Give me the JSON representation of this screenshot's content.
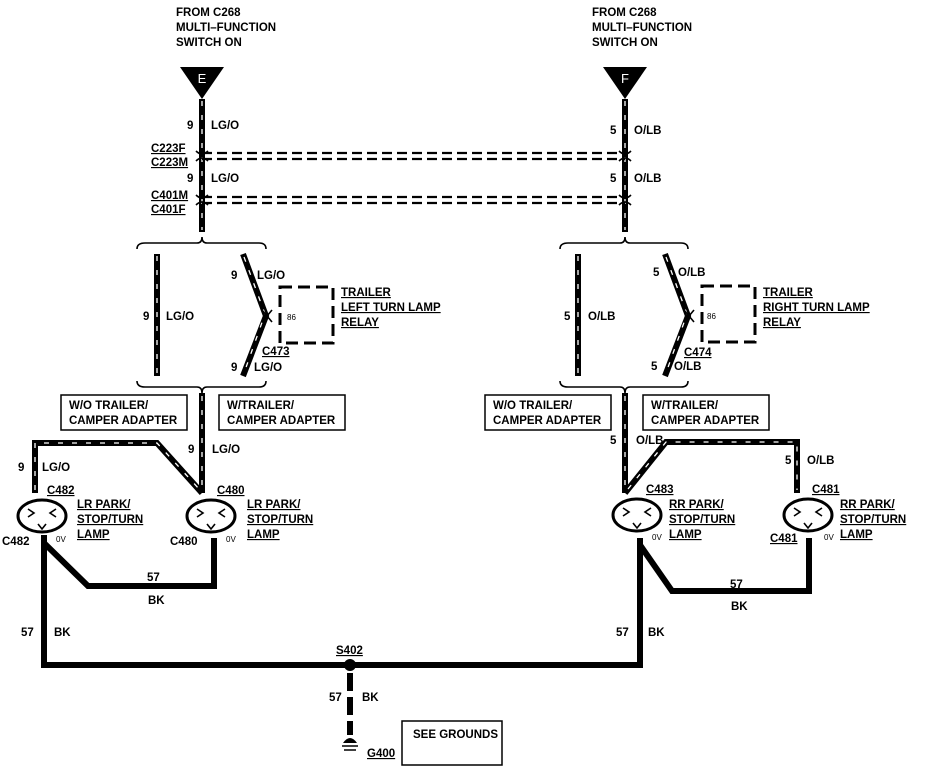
{
  "diagram": {
    "title": "Trailer Park/Stop/Turn Lamp Wiring",
    "sources": [
      {
        "id": "E",
        "text": [
          "FROM C268",
          "MULTI–FUNCTION",
          "SWITCH ON"
        ]
      },
      {
        "id": "F",
        "text": [
          "FROM C268",
          "MULTI–FUNCTION",
          "SWITCH ON"
        ]
      }
    ],
    "left_circuit": {
      "circuit": "9",
      "color": "LG/O",
      "connectors": {
        "c223f": "C223F",
        "c223m": "C223M",
        "c401m": "C401M",
        "c401f": "C401F"
      },
      "relay": {
        "pin": "86",
        "connector": "C473",
        "label": [
          "TRAILER",
          "LEFT TURN LAMP",
          "RELAY"
        ]
      },
      "option_without": [
        "W/O TRAILER/",
        "CAMPER ADAPTER"
      ],
      "option_with": [
        "W/TRAILER/",
        "CAMPER ADAPTER"
      ],
      "lamps": [
        {
          "connector": "C482",
          "label": [
            "LR PARK/",
            "STOP/TURN",
            "LAMP"
          ],
          "voltage": "0V"
        },
        {
          "connector": "C480",
          "label": [
            "LR PARK/",
            "STOP/TURN",
            "LAMP"
          ],
          "voltage": "0V"
        }
      ]
    },
    "right_circuit": {
      "circuit": "5",
      "color": "O/LB",
      "relay": {
        "pin": "86",
        "connector": "C474",
        "label": [
          "TRAILER",
          "RIGHT TURN LAMP",
          "RELAY"
        ]
      },
      "option_without": [
        "W/O TRAILER/",
        "CAMPER ADAPTER"
      ],
      "option_with": [
        "W/TRAILER/",
        "CAMPER ADAPTER"
      ],
      "lamps": [
        {
          "connector": "C483",
          "label": [
            "RR PARK/",
            "STOP/TURN",
            "LAMP"
          ],
          "voltage": "0V"
        },
        {
          "connector": "C481",
          "label": [
            "RR PARK/",
            "STOP/TURN",
            "LAMP"
          ],
          "voltage": "0V"
        }
      ]
    },
    "ground": {
      "circuit": "57",
      "color": "BK",
      "splice": "S402",
      "ground_point": "G400",
      "note": "SEE GROUNDS"
    }
  }
}
